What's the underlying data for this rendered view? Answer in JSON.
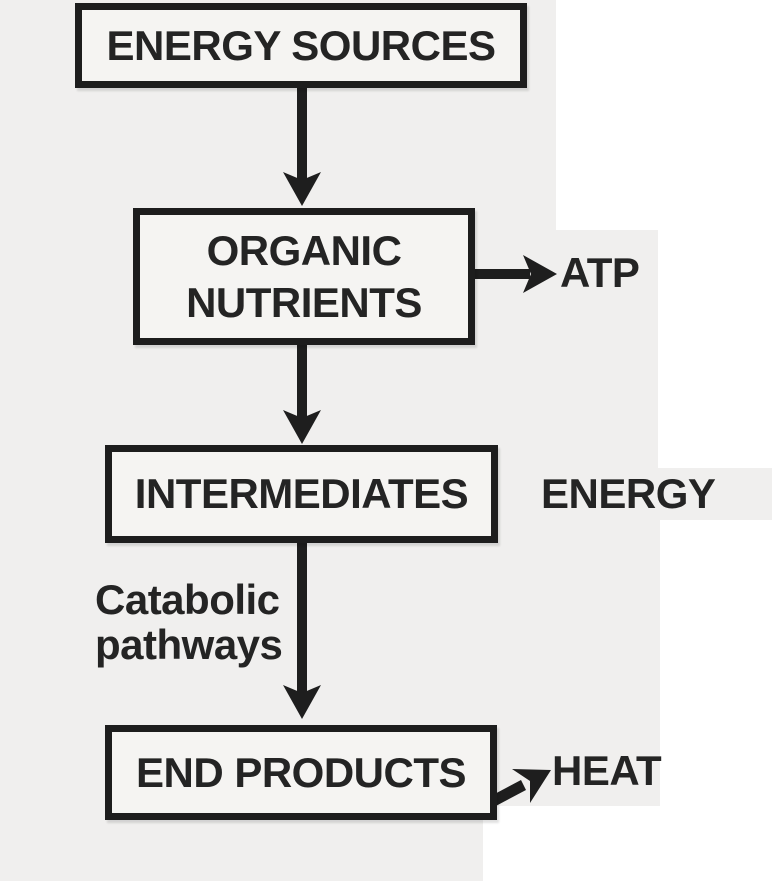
{
  "diagram": {
    "type": "flowchart",
    "nodes": [
      {
        "id": "energy-sources",
        "lines": [
          "ENERGY SOURCES"
        ]
      },
      {
        "id": "organic-nutrients",
        "lines": [
          "ORGANIC",
          "NUTRIENTS"
        ]
      },
      {
        "id": "intermediates",
        "lines": [
          "INTERMEDIATES"
        ]
      },
      {
        "id": "end-products",
        "lines": [
          "END PRODUCTS"
        ]
      }
    ],
    "side_labels": [
      {
        "id": "atp",
        "text": "ATP"
      },
      {
        "id": "energy",
        "text": "ENERGY"
      },
      {
        "id": "heat",
        "text": "HEAT"
      }
    ],
    "annotations": [
      {
        "id": "catabolic-pathways",
        "lines": [
          "Catabolic",
          "pathways"
        ]
      }
    ],
    "edges": [
      {
        "from": "energy-sources",
        "to": "organic-nutrients",
        "direction": "down"
      },
      {
        "from": "organic-nutrients",
        "to": "atp",
        "direction": "right"
      },
      {
        "from": "organic-nutrients",
        "to": "intermediates",
        "direction": "down"
      },
      {
        "from": "intermediates",
        "to": "end-products",
        "direction": "down",
        "label": "Catabolic pathways"
      },
      {
        "from": "end-products",
        "to": "heat",
        "direction": "up-right"
      }
    ],
    "colors": {
      "paper_background": "#f0efee",
      "white_patch": "#ffffff",
      "box_fill": "#f5f4f2",
      "box_border": "#1d1d1d",
      "text": "#242424",
      "arrow": "#1e1e1e"
    }
  }
}
